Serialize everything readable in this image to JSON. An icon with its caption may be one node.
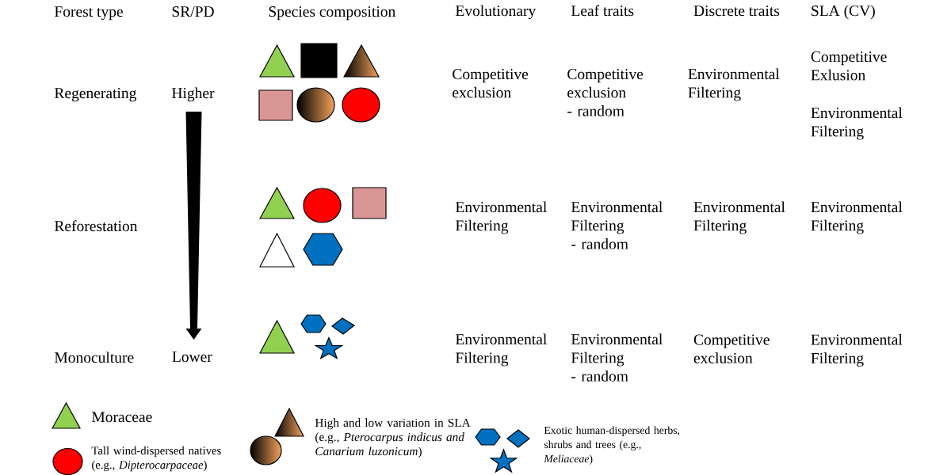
{
  "diagram": {
    "labels": [
      "Forest type",
      "SR/PD",
      "Species composition",
      "Evolutionary",
      "Leaf traits",
      "Discrete traits",
      "SLA (CV)",
      "Regenerating",
      "Higher",
      "Competitive exclusion",
      "Competitive exclusion - random",
      "Environmental Filtering",
      "Competitive Exlusion",
      "Environmental Filtering",
      "Reforestation",
      "Environmental Filtering",
      "Environmental Filtering - random",
      "Environmental Filtering",
      "Environmental Filtering",
      "Monoculture",
      "Lower",
      "Environmental Filtering",
      "Environmental Filtering - random",
      "Competitive exclusion",
      "Environmental Filtering"
    ],
    "legend": [
      {
        "text": "Moraceae"
      },
      {
        "text": "Tall wind-dispersed natives (e.g., *Dipterocarpaceae*)"
      },
      {
        "text": "High and low variation in SLA (e.g., *Pterocarpus indicus and Canarium luzonicum*)"
      },
      {
        "text": "Exotic human-dispersed herbs, shrubs and trees (e.g., *Meliaceae*)"
      }
    ]
  }
}
